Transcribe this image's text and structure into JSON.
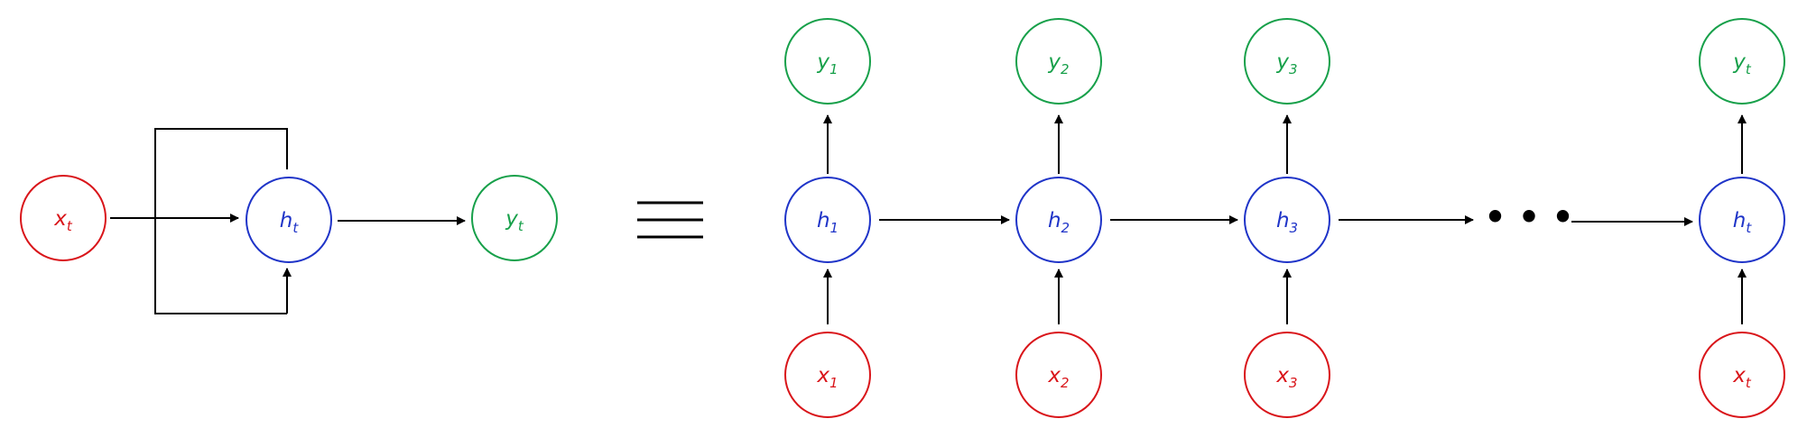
{
  "colors": {
    "input": "#d9151a",
    "hidden": "#1f34c8",
    "output": "#17a04a",
    "edge": "#000000"
  },
  "folded": {
    "input": {
      "base": "x",
      "sub": "t"
    },
    "hidden": {
      "base": "h",
      "sub": "t"
    },
    "output": {
      "base": "y",
      "sub": "t"
    }
  },
  "equivalence_symbol": "≡",
  "unrolled": [
    {
      "x": {
        "base": "x",
        "sub": "1"
      },
      "h": {
        "base": "h",
        "sub": "1"
      },
      "y": {
        "base": "y",
        "sub": "1"
      }
    },
    {
      "x": {
        "base": "x",
        "sub": "2"
      },
      "h": {
        "base": "h",
        "sub": "2"
      },
      "y": {
        "base": "y",
        "sub": "2"
      }
    },
    {
      "x": {
        "base": "x",
        "sub": "3"
      },
      "h": {
        "base": "h",
        "sub": "3"
      },
      "y": {
        "base": "y",
        "sub": "3"
      }
    },
    {
      "x": {
        "base": "x",
        "sub": "t"
      },
      "h": {
        "base": "h",
        "sub": "t"
      },
      "y": {
        "base": "y",
        "sub": "t"
      }
    }
  ],
  "ellipsis": "• • •"
}
